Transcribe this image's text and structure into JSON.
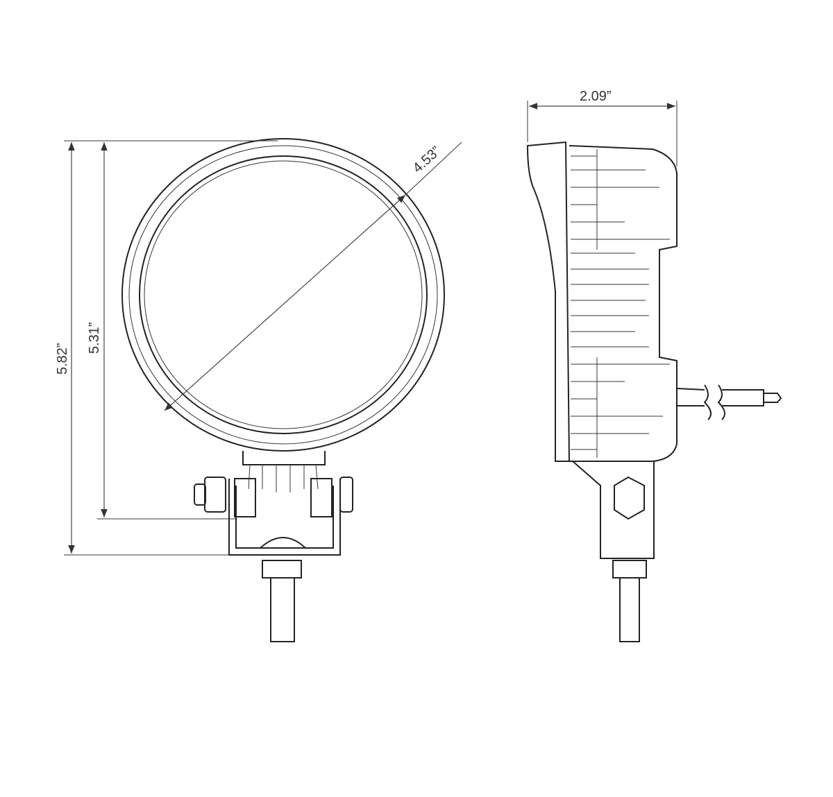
{
  "dimensions": {
    "depth": "2.09”",
    "lens_diameter": "4.53”",
    "overall_height": "5.82”",
    "housing_height": "5.31”"
  }
}
